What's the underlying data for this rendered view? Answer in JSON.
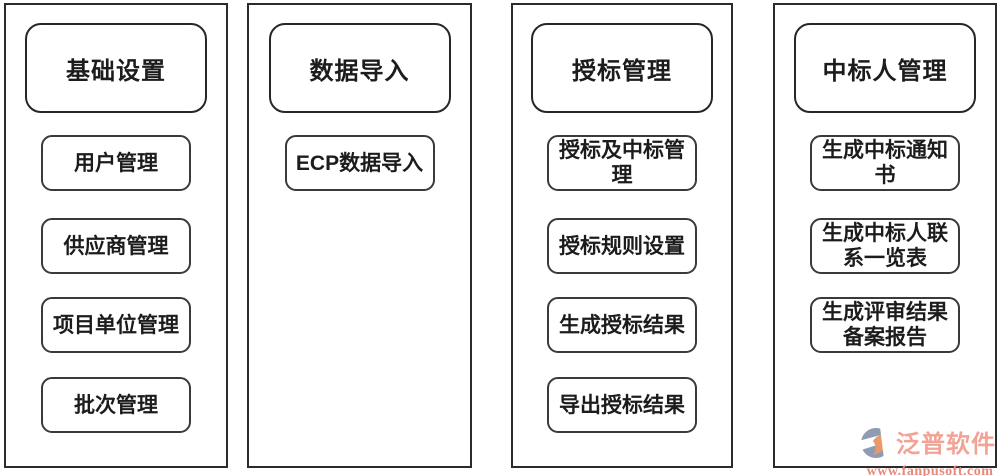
{
  "columns": [
    {
      "name": "basic-settings",
      "title": "基础设置",
      "items": [
        "用户管理",
        "供应商管理",
        "项目单位管理",
        "批次管理"
      ]
    },
    {
      "name": "data-import",
      "title": "数据导入",
      "items": [
        "ECP数据导入"
      ]
    },
    {
      "name": "award-management",
      "title": "授标管理",
      "items": [
        "授标及中标管\n理",
        "授标规则设置",
        "生成授标结果",
        "导出授标结果"
      ]
    },
    {
      "name": "winner-management",
      "title": "中标人管理",
      "items": [
        "生成中标通知\n书",
        "生成中标人联\n系一览表",
        "生成评审结果\n备案报告"
      ]
    }
  ],
  "watermark": {
    "brand": "泛普软件",
    "url": "www.fanpusoft.com",
    "brand_color": "#f2a396",
    "url_color": "#e8897a",
    "icon_gray": "#8d9cb3",
    "icon_orange": "#e9996b"
  },
  "colors": {
    "box_border": "#2b2b2b",
    "text": "#1c1c1c",
    "background": "#ffffff"
  }
}
